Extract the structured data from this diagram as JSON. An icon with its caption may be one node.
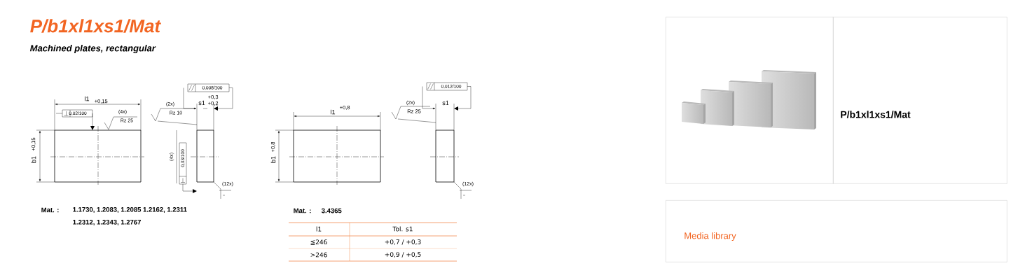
{
  "diagram": {
    "nodes": [
      {
        "text": [],
        "shape": "picture"
      },
      {
        "text": [
          "P/b1xl1xs1/Mat"
        ]
      },
      {
        "text": [
          "Media library"
        ]
      }
    ],
    "labels": [
      "P/b1xl1xs1/Mat",
      "Machined plates, rectangular",
      "l1",
      "+0,15",
      "0,02/100",
      "(4x)",
      "Rz 25",
      "b1",
      "+0,15",
      "0,008/100",
      "(2x)",
      "s1",
      "+0,3",
      "+0,2",
      "Rz 10",
      "(4x)",
      "0,03/100",
      "(12x)",
      "l1",
      "+0,8",
      "b1",
      "+0,8",
      "0,012/100",
      "(2x)",
      "s1",
      "Rz 25",
      "(12x)",
      "Mat. :",
      "1.1730, 1.2083, 1.2085 1.2162, 1.2311",
      "1.2312, 1.2343, 1.2767",
      "Mat. :",
      "3.4365",
      "l1",
      "Tol. s1",
      "≦246",
      "+0,7 / +0,3",
      ">246",
      "+0,9 / +0,5"
    ]
  }
}
